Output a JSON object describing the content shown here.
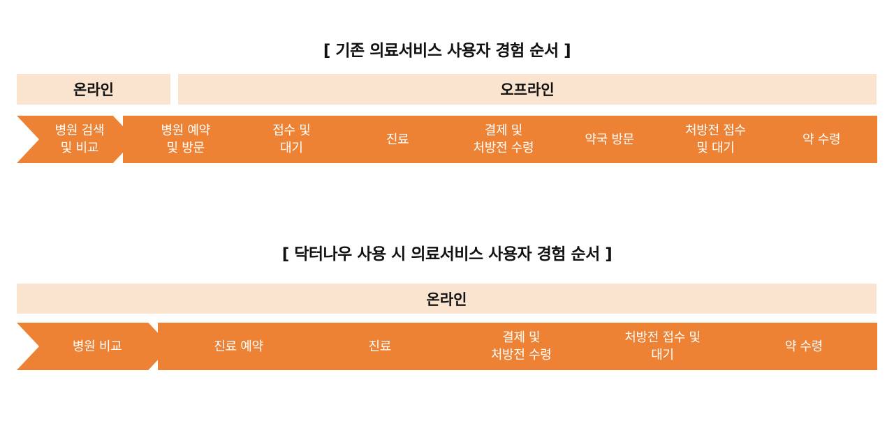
{
  "diagram_1": {
    "title": "[ 기존 의료서비스 사용자 경험 순서 ]",
    "bands": {
      "online": "온라인",
      "offline": "오프라인"
    },
    "steps": [
      "병원 검색\n및 비교",
      "병원 예약\n및 방문",
      "접수 및\n대기",
      "진료",
      "결제 및\n처방전 수령",
      "약국 방문",
      "처방전 접수\n및 대기",
      "약 수령"
    ]
  },
  "diagram_2": {
    "title": "[ 닥터나우 사용 시 의료서비스 사용자 경험 순서 ]",
    "bands": {
      "online": "온라인"
    },
    "steps": [
      "병원 비교",
      "진료 예약",
      "진료",
      "결제 및\n처방전 수령",
      "처방전 접수 및\n대기",
      "약 수령"
    ]
  },
  "colors": {
    "band_fill": "#fbe4cf",
    "chevron_fill": "#ee8234",
    "chevron_text": "#ffffff"
  }
}
